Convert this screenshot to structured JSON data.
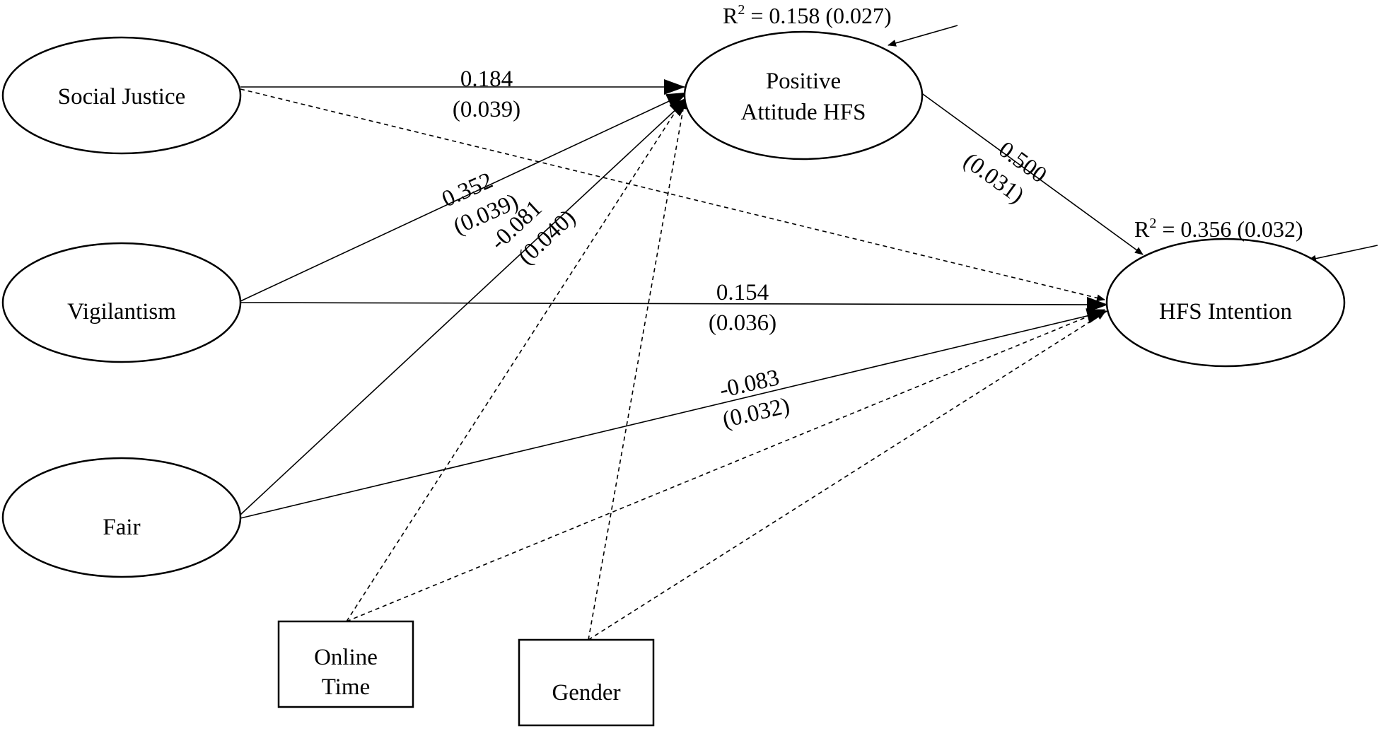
{
  "constructs": {
    "social_justice": "Social Justice",
    "vigilantism": "Vigilantism",
    "fair": "Fair",
    "positive_attitude_line1": "Positive",
    "positive_attitude_line2": "Attitude HFS",
    "hfs_intention": "HFS Intention"
  },
  "controls": {
    "online_time_line1": "Online",
    "online_time_line2": "Time",
    "gender": "Gender"
  },
  "r_squared": {
    "positive_attitude": {
      "prefix": "R",
      "exponent": "2",
      "value": " = 0.158 (0.027)"
    },
    "hfs_intention": {
      "prefix": "R",
      "exponent": "2",
      "value": " = 0.356 (0.032)"
    }
  },
  "paths": {
    "sj_to_pa": {
      "estimate": "0.184",
      "se": "(0.039)"
    },
    "vig_to_pa": {
      "estimate": "0.352",
      "se": "(0.039)"
    },
    "fair_to_pa": {
      "estimate": "-0.081",
      "se": "(0.040)"
    },
    "pa_to_int": {
      "estimate": "0.500",
      "se": "(0.031)"
    },
    "vig_to_int": {
      "estimate": "0.154",
      "se": "(0.036)"
    },
    "fair_to_int": {
      "estimate": "-0.083",
      "se": "(0.032)"
    }
  }
}
